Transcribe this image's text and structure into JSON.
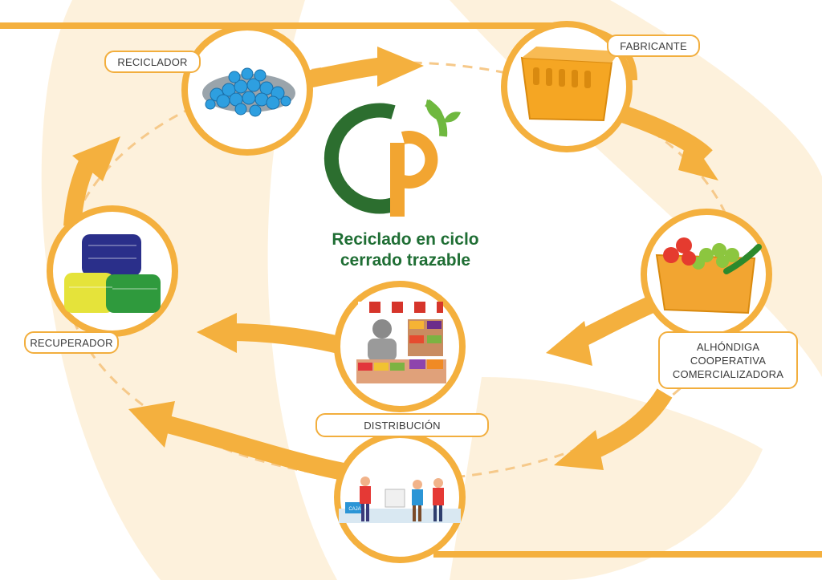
{
  "diagram": {
    "title_line1": "Reciclado en ciclo",
    "title_line2": "cerrado trazable",
    "nodes": {
      "reciclador": "RECICLADOR",
      "fabricante": "FABRICANTE",
      "recuperador": "RECUPERADOR",
      "alhondiga_line1": "ALHÓNDIGA",
      "alhondiga_line2": "COOPERATIVA",
      "alhondiga_line3": "COMERCIALIZADORA",
      "distribucion": "DISTRIBUCIÓN",
      "caja_sign": "CAJA"
    },
    "colors": {
      "accent_orange": "#f4b03e",
      "dark_green": "#2c6e2f",
      "light_green": "#6fb83f",
      "logo_orange": "#f2a531",
      "background_blob": "#fdf1dc"
    }
  }
}
